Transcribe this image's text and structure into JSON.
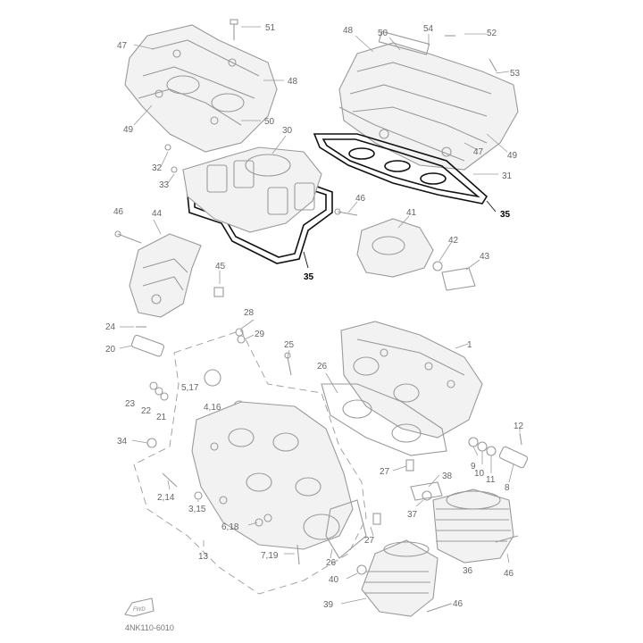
{
  "diagram": {
    "code": "4NK110-6010",
    "fwd_label": "FWD",
    "labels": {
      "l1": "1",
      "l2_14": "2,14",
      "l3_15": "3,15",
      "l4_16": "4,16",
      "l5_17": "5,17",
      "l6_18": "6,18",
      "l7_19": "7,19",
      "l8": "8",
      "l9": "9",
      "l10": "10",
      "l11": "11",
      "l12": "12",
      "l13": "13",
      "l20": "20",
      "l21": "21",
      "l22": "22",
      "l23": "23",
      "l24": "24",
      "l25": "25",
      "l26a": "26",
      "l26b": "26",
      "l27a": "27",
      "l27b": "27",
      "l28": "28",
      "l29": "29",
      "l30": "30",
      "l31": "31",
      "l32": "32",
      "l33": "33",
      "l34": "34",
      "l35a": "35",
      "l35b": "35",
      "l36": "36",
      "l37": "37",
      "l38": "38",
      "l39": "39",
      "l40": "40",
      "l41": "41",
      "l42": "42",
      "l43": "43",
      "l44": "44",
      "l45": "45",
      "l46a": "46",
      "l46b": "46",
      "l46c": "46",
      "l46d": "46",
      "l47a": "47",
      "l47b": "47",
      "l48a": "48",
      "l48b": "48",
      "l49a": "49",
      "l49b": "49",
      "l50a": "50",
      "l50b": "50",
      "l51": "51",
      "l52": "52",
      "l53": "53",
      "l54": "54"
    },
    "highlight_color": "#111111",
    "part_color": "#9a9a9a"
  }
}
